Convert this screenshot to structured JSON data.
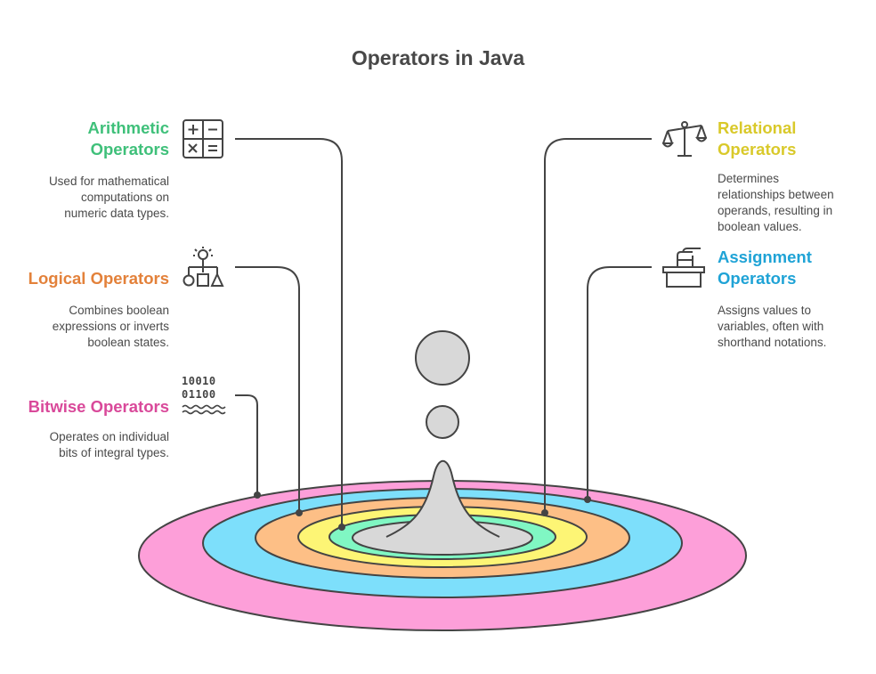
{
  "title": "Operators in Java",
  "colors": {
    "arithmetic": "#3fc07a",
    "logical": "#e3813a",
    "bitwise": "#d9499a",
    "relational": "#d9c92a",
    "assignment": "#1fa3d6",
    "ring_pink": "#fd9fd9",
    "ring_blue": "#7ddffb",
    "ring_orange": "#fdbf86",
    "ring_yellow": "#fdf575",
    "ring_green": "#80f7c3",
    "ring_center": "#d8d8d8",
    "stroke": "#444444"
  },
  "items": {
    "arithmetic": {
      "title_line1": "Arithmetic",
      "title_line2": "Operators",
      "desc_line1": "Used for mathematical",
      "desc_line2": "computations on",
      "desc_line3": "numeric data types.",
      "icon": "calculator-icon"
    },
    "logical": {
      "title": "Logical Operators",
      "desc_line1": "Combines boolean",
      "desc_line2": "expressions or inverts",
      "desc_line3": "boolean states.",
      "icon": "logic-shapes-icon"
    },
    "bitwise": {
      "title": "Bitwise Operators",
      "desc_line1": "Operates on individual",
      "desc_line2": "bits of integral types.",
      "icon": "binary-icon",
      "binary_line1": "10010",
      "binary_line2": "01100"
    },
    "relational": {
      "title_line1": "Relational",
      "title_line2": "Operators",
      "desc_line1": "Determines",
      "desc_line2": "relationships between",
      "desc_line3": "operands, resulting in",
      "desc_line4": "boolean values.",
      "icon": "scale-icon"
    },
    "assignment": {
      "title_line1": "Assignment",
      "title_line2": "Operators",
      "desc_line1": "Assigns values to",
      "desc_line2": "variables, often with",
      "desc_line3": "shorthand notations.",
      "icon": "ballot-box-icon"
    }
  }
}
